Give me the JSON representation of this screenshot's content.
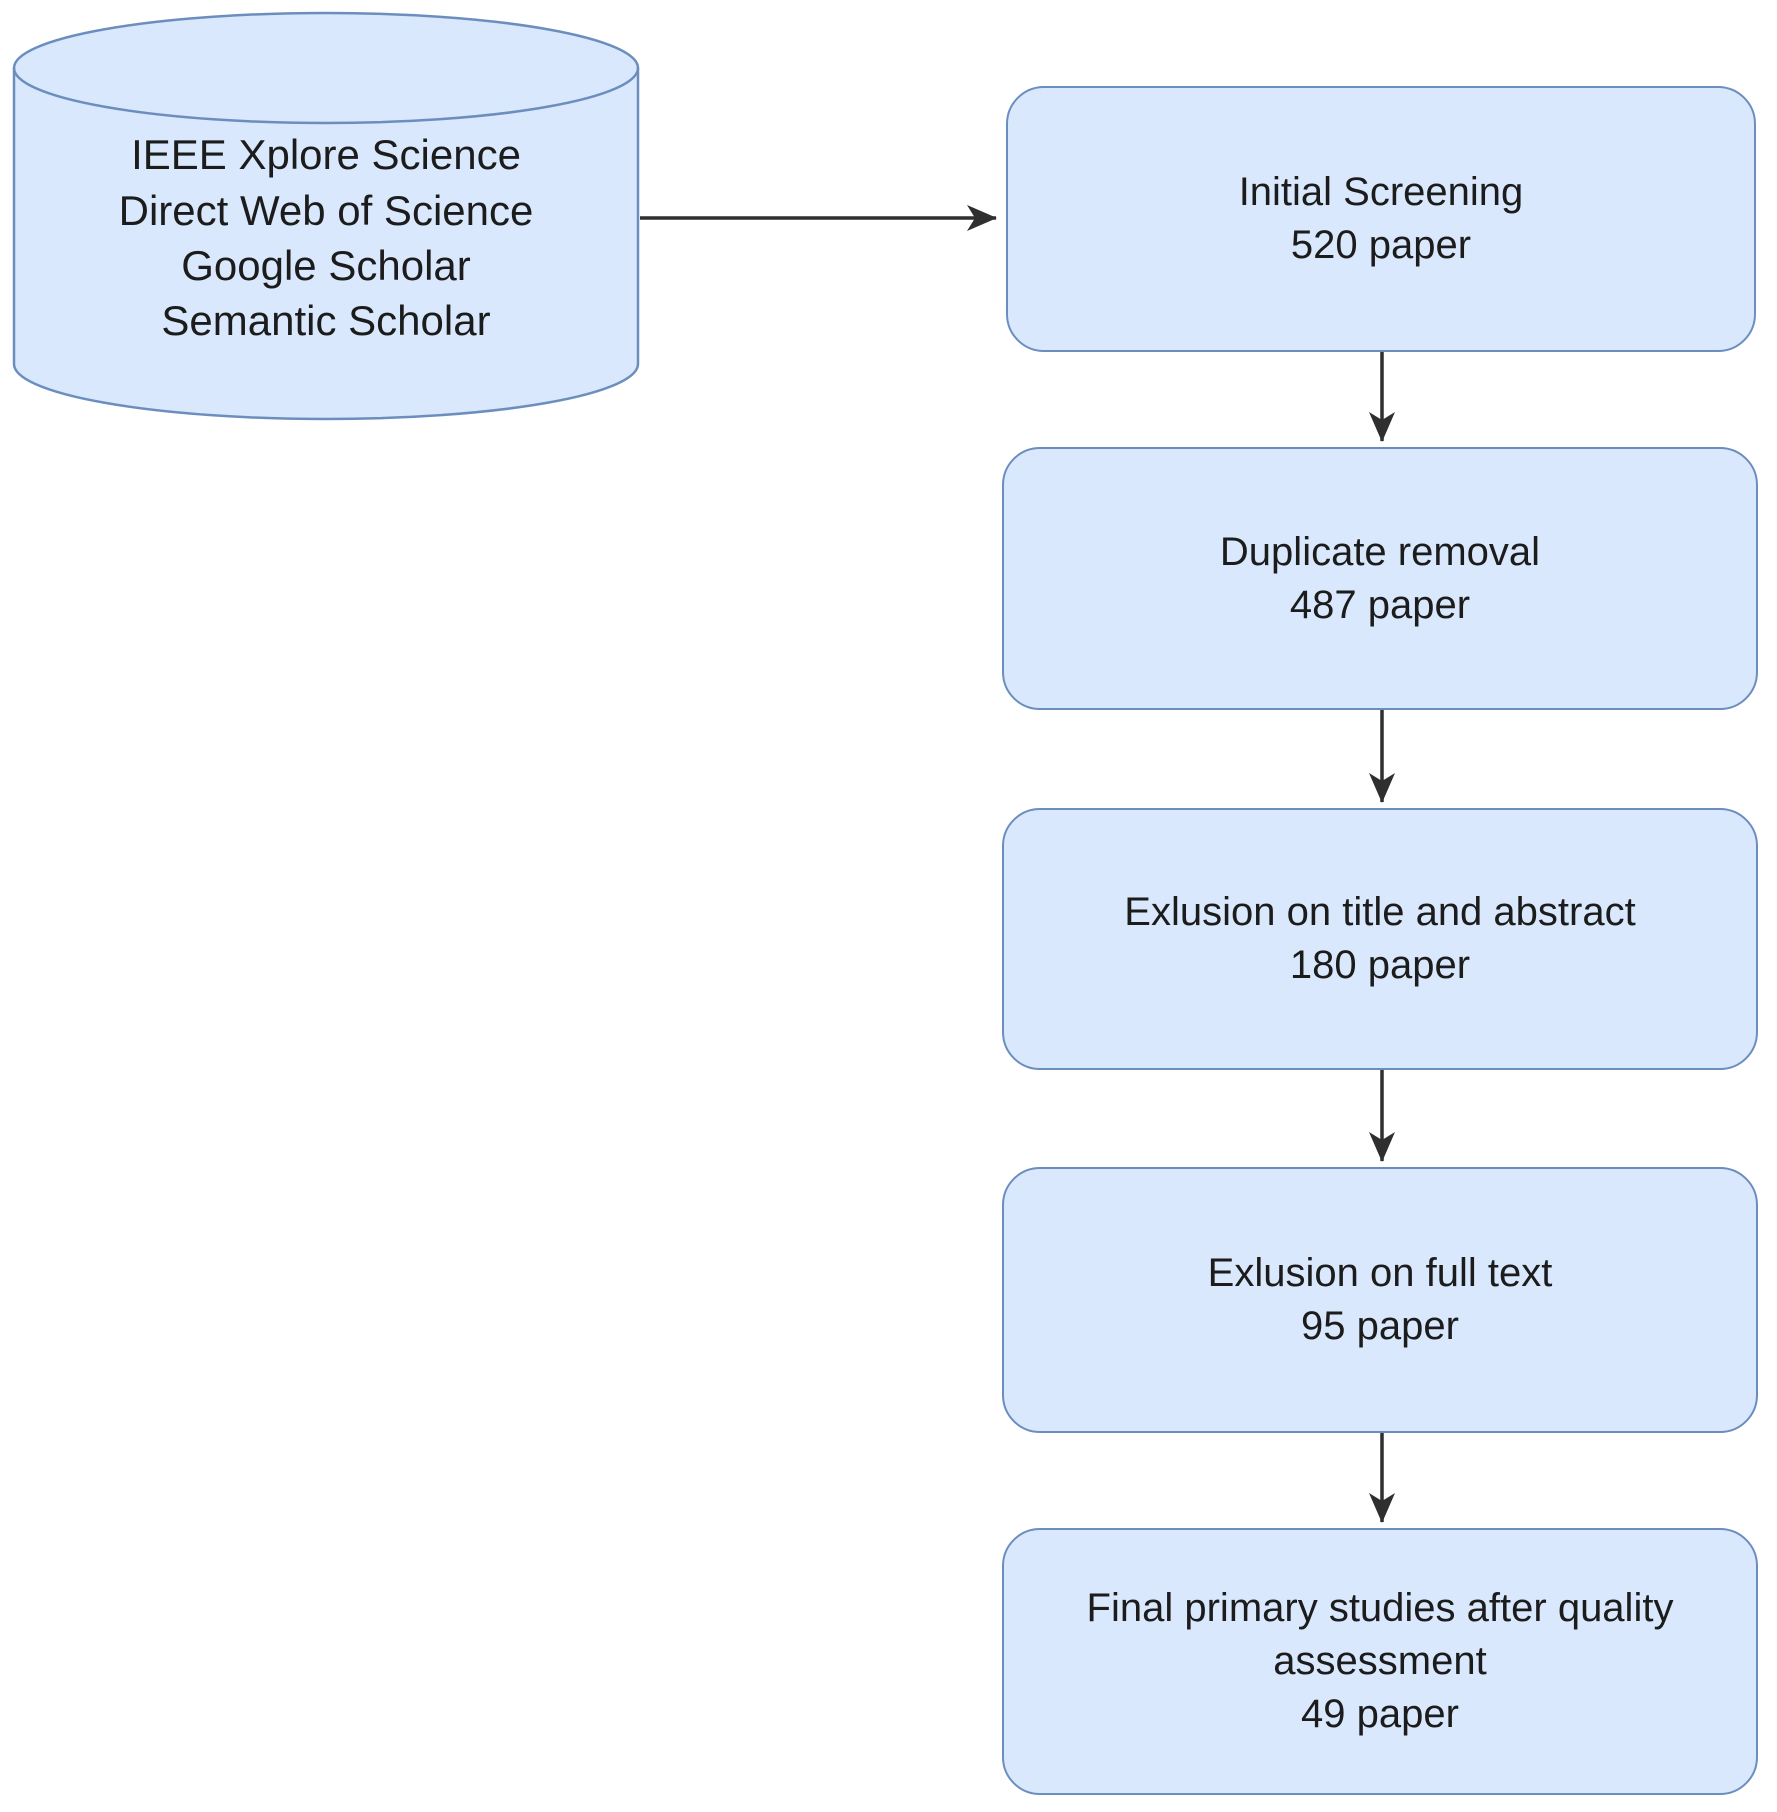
{
  "diagram": {
    "sources_cylinder": {
      "lines": [
        "IEEE Xplore Science",
        "Direct Web of Science",
        "Google Scholar",
        "Semantic Scholar"
      ]
    },
    "steps": [
      {
        "label": "Initial Screening",
        "count": "520 paper"
      },
      {
        "label": "Duplicate removal",
        "count": "487 paper"
      },
      {
        "label": "Exlusion on title and abstract",
        "count": "180 paper"
      },
      {
        "label": "Exlusion on full text",
        "count": "95 paper"
      },
      {
        "label": "Final primary studies after quality assessment",
        "count": "49 paper"
      }
    ],
    "colors": {
      "node_fill": "#d9e8fc",
      "node_stroke": "#6c8ebf",
      "arrow": "#2f2f2f",
      "text": "#1c1c1c",
      "background": "#ffffff"
    }
  }
}
